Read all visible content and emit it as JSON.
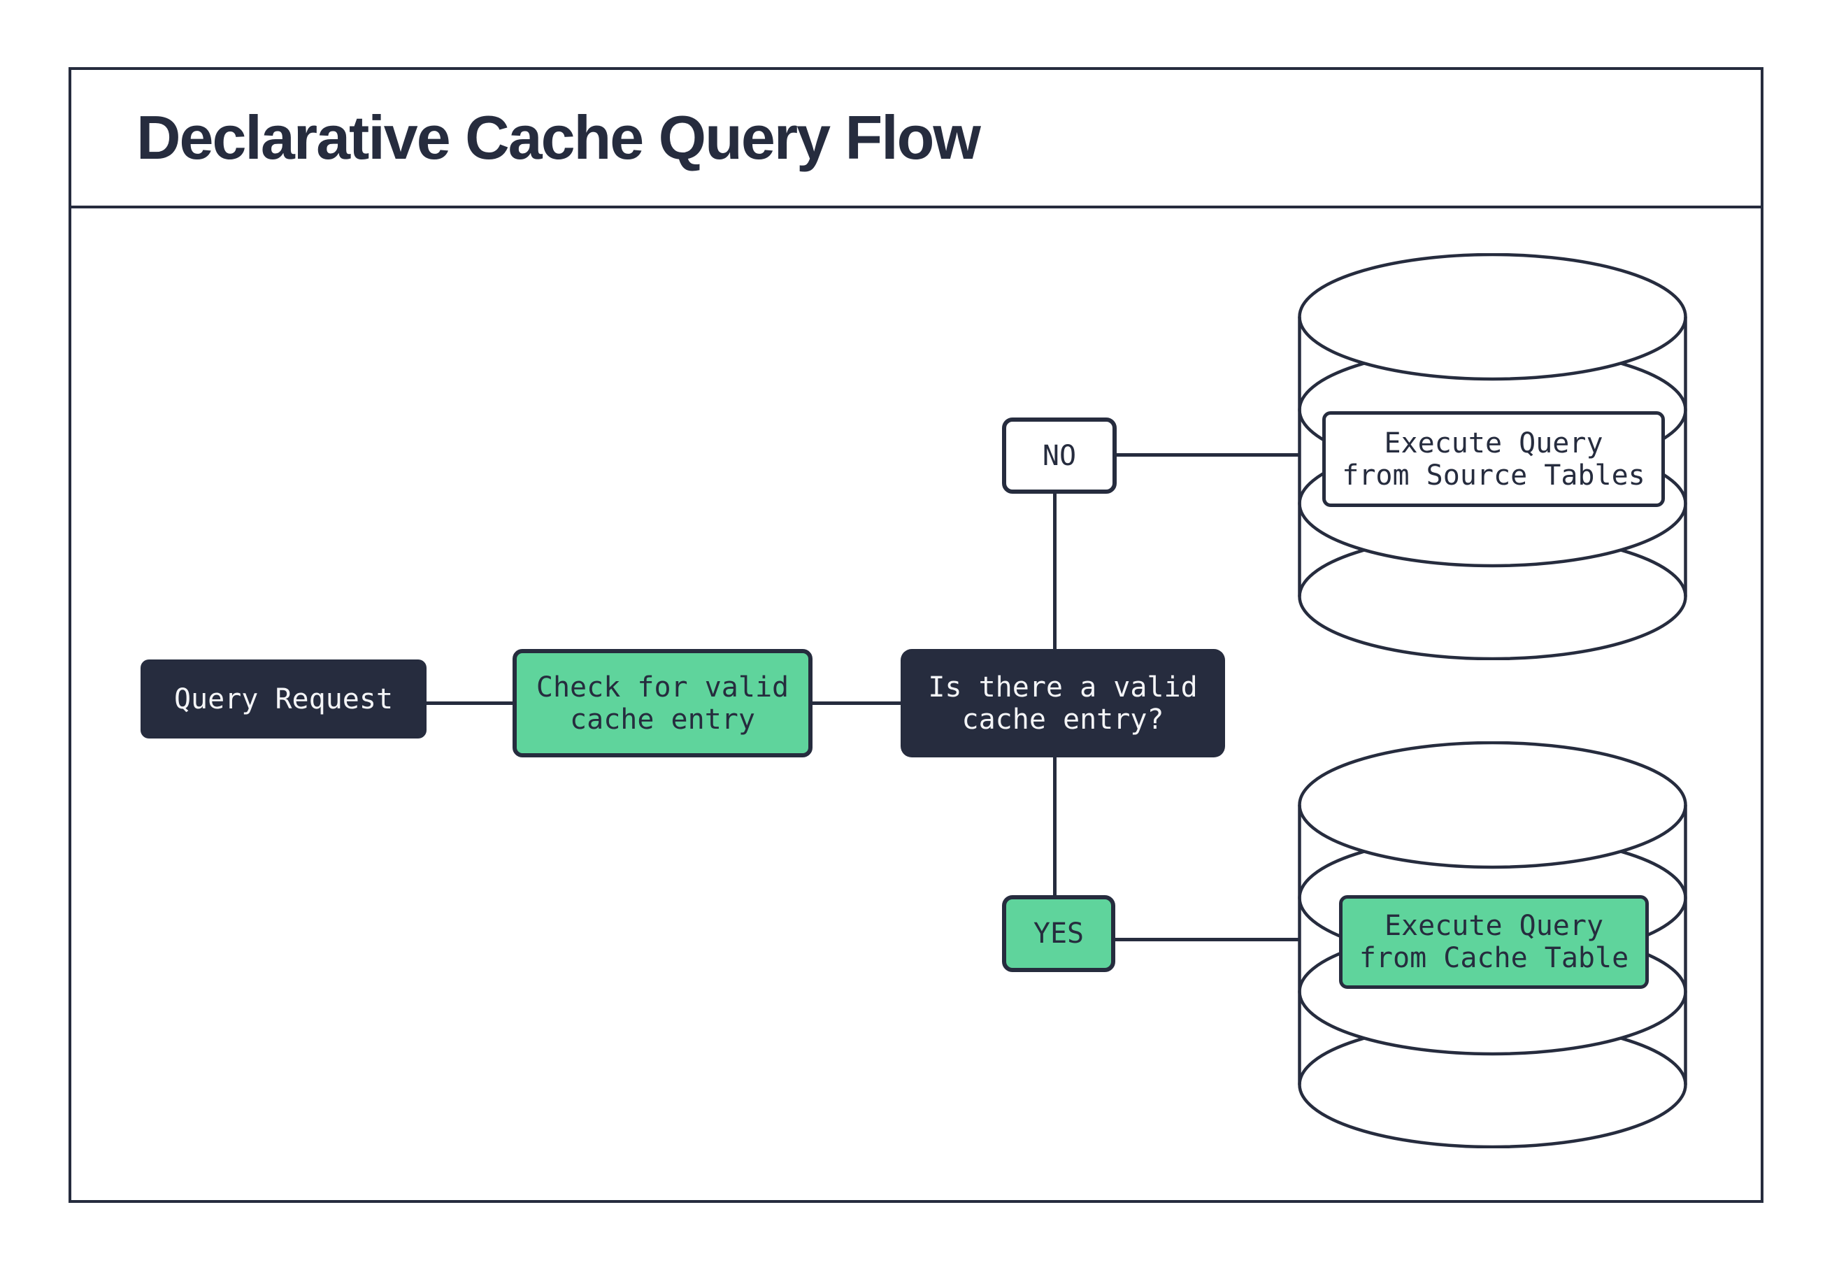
{
  "title": "Declarative Cache Query Flow",
  "colors": {
    "ink": "#262c3e",
    "green": "#5fd49c",
    "paper": "#ffffff",
    "light_text": "#f4f5f7"
  },
  "nodes": {
    "query_request": {
      "label": "Query Request"
    },
    "check_cache": {
      "lines": [
        "Check for valid",
        "cache entry"
      ]
    },
    "decision": {
      "lines": [
        "Is there a valid",
        "cache entry?"
      ]
    },
    "branch_no": {
      "label": "NO"
    },
    "branch_yes": {
      "label": "YES"
    },
    "execute_source": {
      "lines": [
        "Execute Query",
        "from Source Tables"
      ]
    },
    "execute_cache": {
      "lines": [
        "Execute Query",
        "from Cache Table"
      ]
    }
  }
}
